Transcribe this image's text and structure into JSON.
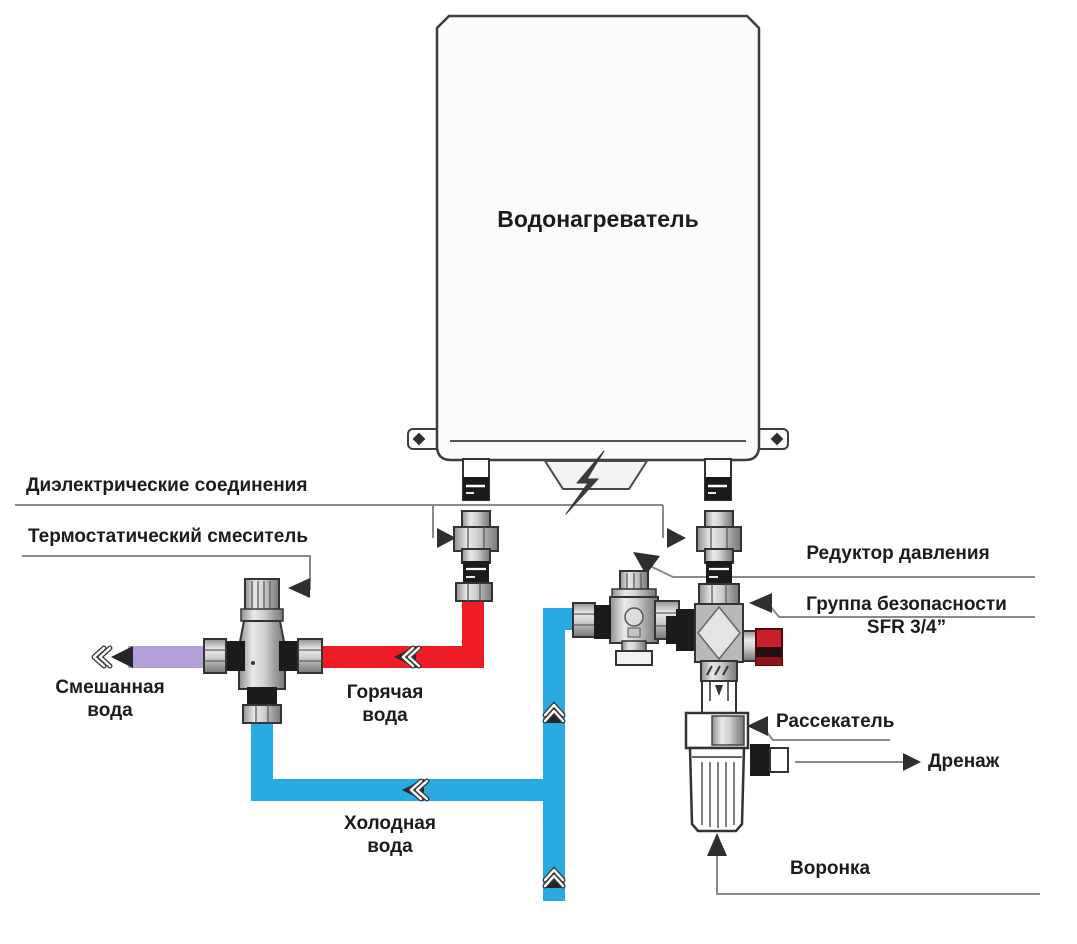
{
  "diagram": {
    "title": "Водонагреватель",
    "labels": {
      "dielectric_connections": "Диэлектрические соединения",
      "thermostatic_mixer": "Термостатический смеситель",
      "pressure_reducer": "Редуктор давления",
      "safety_group": "Группа безопасности SFR 3/4”",
      "mixed_water": "Смешанная вода",
      "hot_water": "Горячая вода",
      "cold_water": "Холодная вода",
      "diffuser": "Рассекатель",
      "drainage": "Дренаж",
      "funnel": "Воронка"
    },
    "colors": {
      "hot_pipe": "#ee1c25",
      "cold_pipe": "#29abe2",
      "mixed_pipe": "#b3a0d9",
      "red_handle": "#c9202b",
      "leader": "#8a8a8a",
      "text": "#1c1c1c",
      "background": "#ffffff"
    }
  }
}
